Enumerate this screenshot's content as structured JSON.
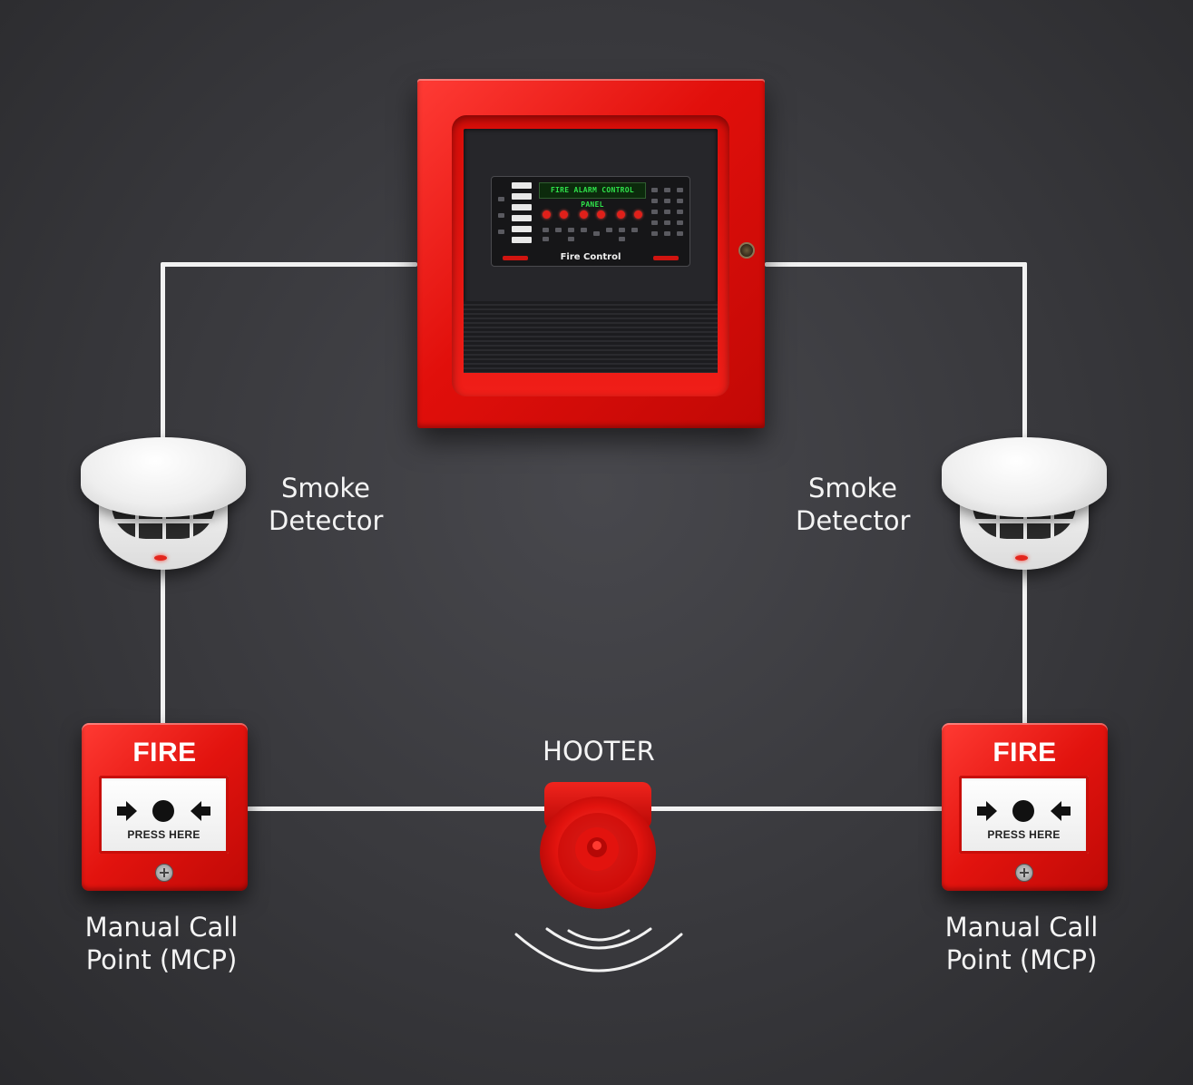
{
  "panel": {
    "display_title": "FIRE ALARM CONTROL PANEL",
    "label": "Fire Control"
  },
  "detectors": {
    "left_label_line1": "Smoke",
    "left_label_line2": "Detector",
    "right_label_line1": "Smoke",
    "right_label_line2": "Detector"
  },
  "mcp": {
    "left_heading": "FIRE",
    "left_press": "PRESS HERE",
    "left_label_line1": "Manual Call",
    "left_label_line2": "Point (MCP)",
    "right_heading": "FIRE",
    "right_press": "PRESS HERE",
    "right_label_line1": "Manual Call",
    "right_label_line2": "Point (MCP)"
  },
  "hooter": {
    "label": "HOOTER"
  },
  "colors": {
    "device_red": "#e2130e",
    "wire": "#f2f2f2",
    "background": "#38383c",
    "display_green": "#2fe24a"
  },
  "icons": {
    "mcp_symbol": "arrows-to-dot-icon",
    "hooter_waves": "sound-waves-icon",
    "panel_lock": "keyhole-icon"
  }
}
